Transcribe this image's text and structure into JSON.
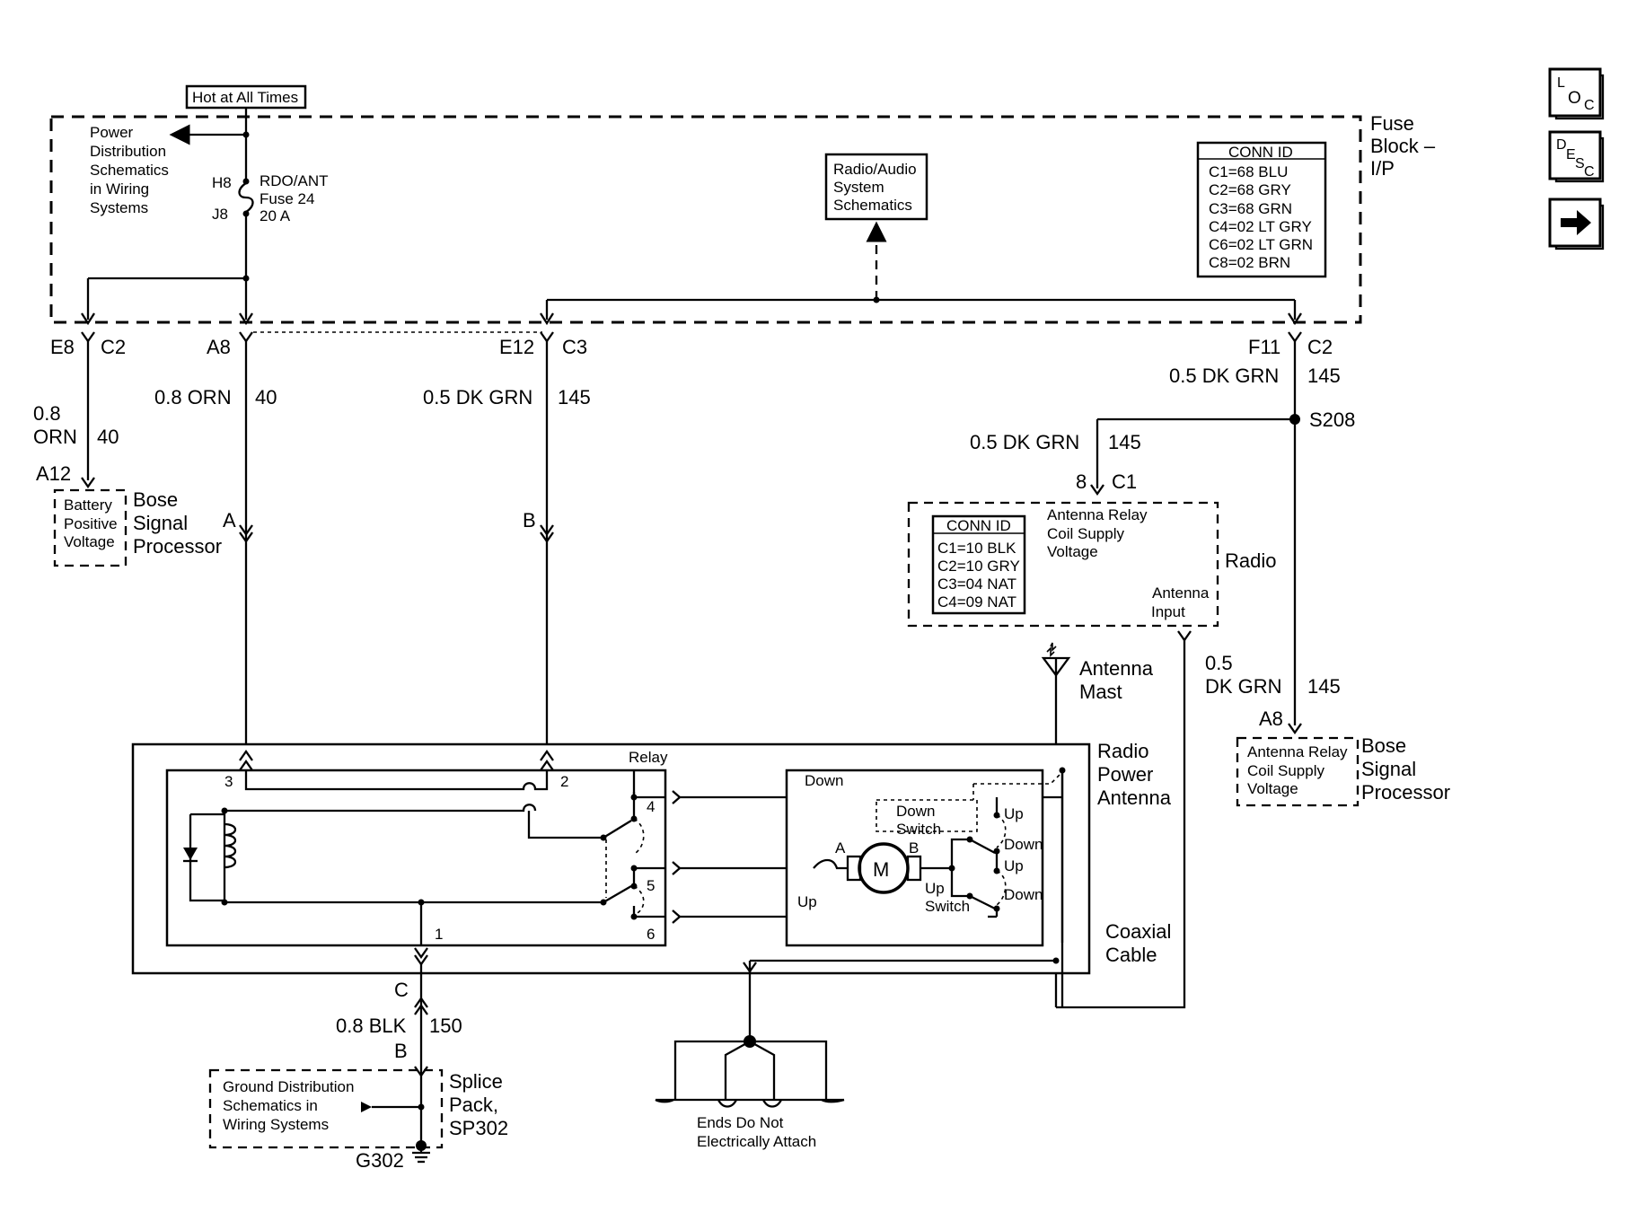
{
  "nav": {
    "loc_icon": "loc-icon",
    "desc_icon": "desc-icon",
    "next_icon": "right-arrow-icon"
  },
  "fuse_block": {
    "hot_label": "Hot at All Times",
    "title_line1": "Fuse",
    "title_line2": "Block –",
    "title_line3": "I/P",
    "power_dist": [
      "Power",
      "Distribution",
      "Schematics",
      "in Wiring",
      "Systems"
    ],
    "pin_top": "H8",
    "pin_bottom": "J8",
    "fuse_line1": "RDO/ANT",
    "fuse_line2": "Fuse 24",
    "fuse_line3": "20 A",
    "conn_id_title": "CONN ID",
    "conn_ids": [
      "C1=68 BLU",
      "C2=68 GRY",
      "C3=68 GRN",
      "C4=02 LT GRY",
      "C6=02 LT GRN",
      "C8=02 BRN"
    ],
    "radio_ref": [
      "Radio/Audio",
      "System",
      "Schematics"
    ]
  },
  "connectors": {
    "e8": "E8",
    "c2_left": "C2",
    "a8": "A8",
    "e12": "E12",
    "c3": "C3",
    "f11": "F11",
    "c2_right": "C2"
  },
  "wires": {
    "w1_size": "0.8",
    "w1_color": "ORN",
    "w1_circuit": "40",
    "w2": "0.8 ORN",
    "w2_circuit": "40",
    "w3": "0.5 DK GRN",
    "w3_circuit": "145",
    "w4": "0.5 DK GRN",
    "w4_circuit": "145",
    "w5": "0.5 DK GRN",
    "w5_circuit": "145",
    "w6_size": "0.5",
    "w6_color": "DK GRN",
    "w6_circuit": "145",
    "w7": "0.8 BLK",
    "w7_circuit": "150",
    "splice": "S208"
  },
  "bose_left": {
    "pin": "A12",
    "inner": [
      "Battery",
      "Positive",
      "Voltage"
    ],
    "title": [
      "Bose",
      "Signal",
      "Processor"
    ],
    "pin_a": "A",
    "pin_b": "B"
  },
  "radio": {
    "pin": "8",
    "conn": "C1",
    "conn_id_title": "CONN ID",
    "conn_ids": [
      "C1=10 BLK",
      "C2=10 GRY",
      "C3=04 NAT",
      "C4=09 NAT"
    ],
    "relay_supply": [
      "Antenna Relay",
      "Coil Supply",
      "Voltage"
    ],
    "antenna_input": [
      "Antenna",
      "Input"
    ],
    "title": "Radio"
  },
  "antenna_mast": [
    "Antenna",
    "Mast"
  ],
  "bose_right": {
    "pin": "A8",
    "inner": [
      "Antenna Relay",
      "Coil Supply",
      "Voltage"
    ],
    "title": [
      "Bose",
      "Signal",
      "Processor"
    ]
  },
  "power_antenna": {
    "title": [
      "Radio",
      "Power",
      "Antenna"
    ],
    "relay": "Relay",
    "pin3": "3",
    "pin2": "2",
    "pin4": "4",
    "pin5": "5",
    "pin6": "6",
    "pin1": "1",
    "down": "Down",
    "up": "Up",
    "down_switch": [
      "Down",
      "Switch"
    ],
    "up_switch": [
      "Up",
      "Switch"
    ],
    "motor": "M",
    "motor_a": "A",
    "motor_b": "B",
    "sw_up1": "Up",
    "sw_down1": "Down",
    "sw_up2": "Up",
    "sw_down2": "Down",
    "coax": [
      "Coaxial",
      "Cable"
    ]
  },
  "ground": {
    "conn_c": "C",
    "conn_b": "B",
    "dist": [
      "Ground Distribution",
      "Schematics in",
      "Wiring Systems"
    ],
    "splice": [
      "Splice",
      "Pack,",
      "SP302"
    ],
    "g": "G302"
  },
  "ends": [
    "Ends Do Not",
    "Electrically Attach"
  ]
}
